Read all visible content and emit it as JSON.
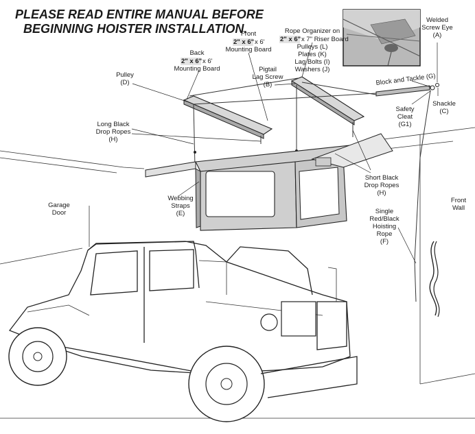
{
  "header": {
    "line1": "PLEASE READ ENTIRE MANUAL BEFORE",
    "line2": "BEGINNING HOISTER INSTALLATION."
  },
  "labels": {
    "welded_screw_eye": [
      "Welded",
      "Screw Eye",
      "(A)"
    ],
    "rope_organizer": [
      "Rope Organizer on",
      "x 7\" Riser Board",
      "Pulleys (L)",
      "Plates (K)",
      "Lag Bolts (I)",
      "Washers (J)"
    ],
    "rope_organizer_dim": "2\" x 6\"",
    "front_board": [
      "Front",
      "x 6'",
      "Mounting Board"
    ],
    "front_board_dim": "2\" x 6\"",
    "back_board": [
      "Back",
      "x 6'",
      "Mounting Board"
    ],
    "back_board_dim": "2\" x 6\"",
    "pulley": [
      "Pulley",
      "(D)"
    ],
    "pigtail": [
      "Pigtail",
      "Lag Screw",
      "(B)"
    ],
    "block_tackle": "Block and Tackle (G)",
    "shackle": [
      "Shackle",
      "(C)"
    ],
    "safety_cleat": [
      "Safety",
      "Cleat",
      "(G1)"
    ],
    "long_ropes": [
      "Long Black",
      "Drop Ropes",
      "(H)"
    ],
    "short_ropes": [
      "Short Black",
      "Drop Ropes",
      "(H)"
    ],
    "webbing": [
      "Webbing",
      "Straps",
      "(E)"
    ],
    "garage_door": [
      "Garage",
      "Door"
    ],
    "front_wall": [
      "Front",
      "Wall"
    ],
    "hoisting_rope": [
      "Single",
      "Red/Black",
      "Hoisting",
      "Rope",
      "(F)"
    ]
  }
}
